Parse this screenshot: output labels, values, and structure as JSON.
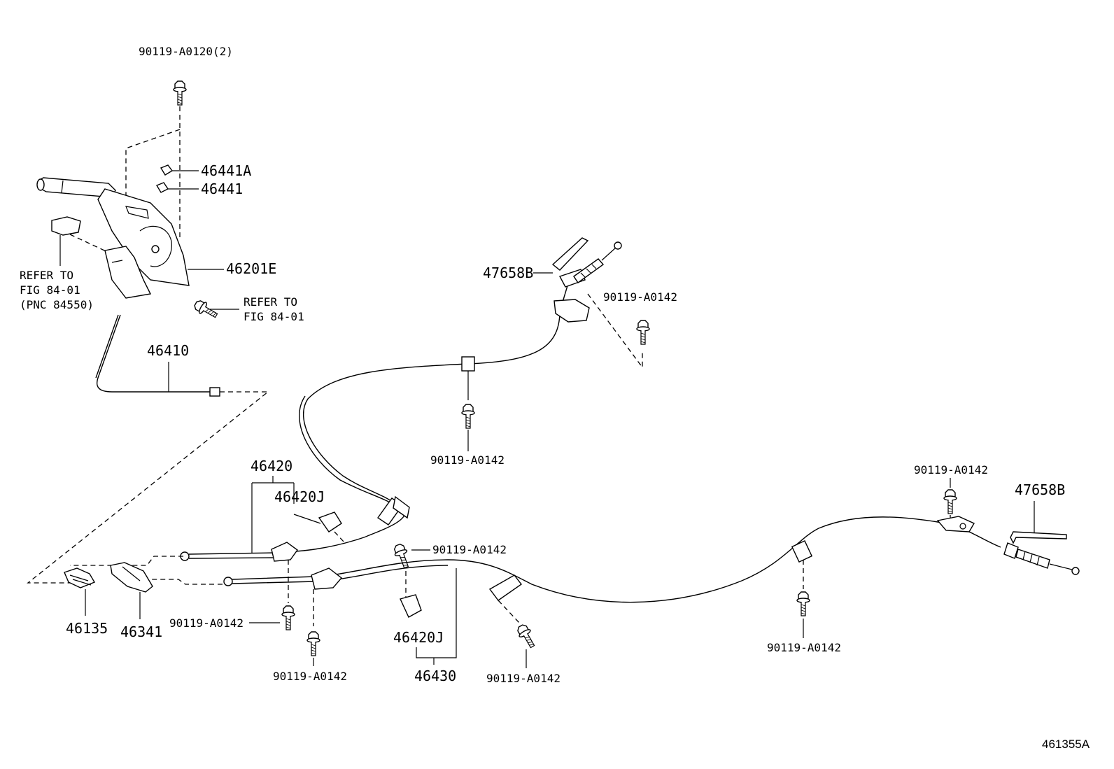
{
  "labels": {
    "bolt_top": "90119-A0120(2)",
    "p46441a": "46441A",
    "p46441": "46441",
    "p46201e": "46201E",
    "refer1_l1": "REFER TO",
    "refer1_l2": "FIG 84-01",
    "refer1_l3": "(PNC 84550)",
    "refer2_l1": "REFER TO",
    "refer2_l2": "FIG 84-01",
    "p46410": "46410",
    "p47658b_top": "47658B",
    "bolt_top_right": "90119-A0142",
    "bolt_mid_upper": "90119-A0142",
    "p46420": "46420",
    "p46420j_top": "46420J",
    "bolt_center": "90119-A0142",
    "bolt_right_top": "90119-A0142",
    "p47658b_right": "47658B",
    "p46135": "46135",
    "p46341": "46341",
    "bolt_left_mid": "90119-A0142",
    "bolt_left_bottom": "90119-A0142",
    "p46420j_bottom": "46420J",
    "p46430": "46430",
    "bolt_bottom_mid": "90119-A0142",
    "bolt_right_bottom": "90119-A0142",
    "diagram_id": "461355A"
  }
}
